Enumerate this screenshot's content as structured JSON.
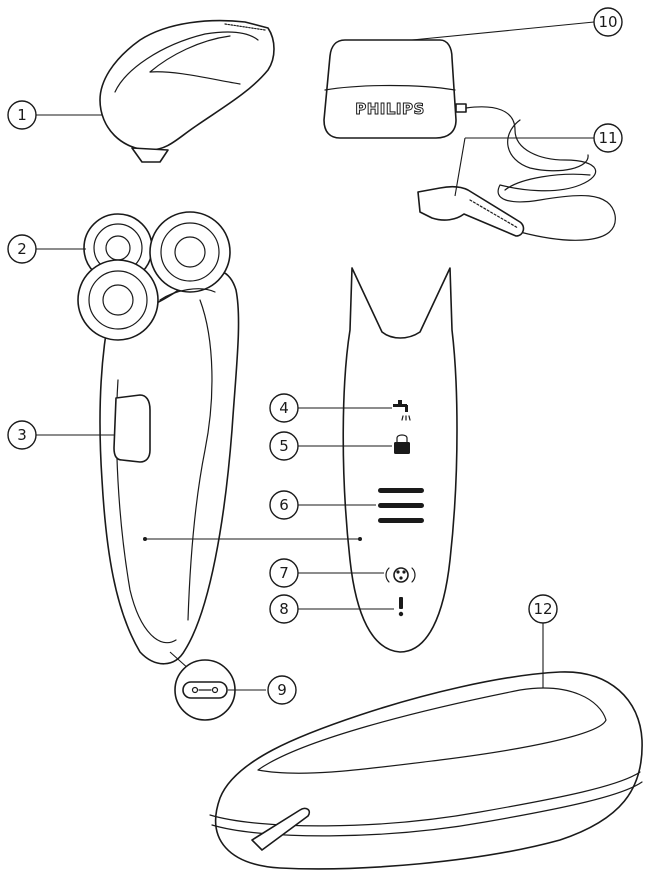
{
  "brand_label": "PHILIPS",
  "callouts": [
    {
      "num": "1"
    },
    {
      "num": "2"
    },
    {
      "num": "3"
    },
    {
      "num": "4"
    },
    {
      "num": "5"
    },
    {
      "num": "6"
    },
    {
      "num": "7"
    },
    {
      "num": "8"
    },
    {
      "num": "9"
    },
    {
      "num": "10"
    },
    {
      "num": "11"
    },
    {
      "num": "12"
    }
  ],
  "icons": {
    "4": "tap-icon",
    "5": "lock-icon",
    "6": "battery-level-bars-icon",
    "7": "cleaning-heads-icon",
    "8": "exclamation-icon",
    "9": "socket-icon"
  }
}
